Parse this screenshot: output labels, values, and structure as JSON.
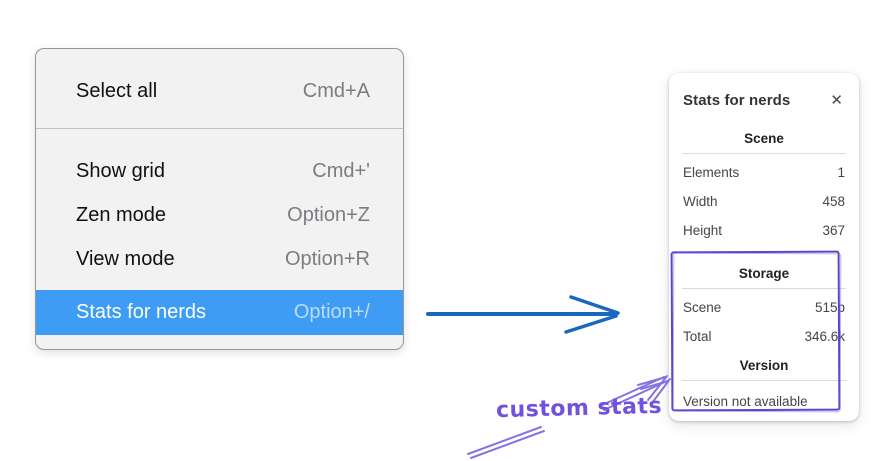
{
  "menu": {
    "items": [
      {
        "label": "Select all",
        "shortcut": "Cmd+A"
      },
      {
        "label": "Show grid",
        "shortcut": "Cmd+'"
      },
      {
        "label": "Zen mode",
        "shortcut": "Option+Z"
      },
      {
        "label": "View mode",
        "shortcut": "Option+R"
      },
      {
        "label": "Stats for nerds",
        "shortcut": "Option+/"
      }
    ],
    "selected_item": "Stats for nerds"
  },
  "stats_panel": {
    "title": "Stats for nerds",
    "close_icon": "✕",
    "sections": [
      {
        "heading": "Scene",
        "rows": [
          {
            "label": "Elements",
            "value": "1"
          },
          {
            "label": "Width",
            "value": "458"
          },
          {
            "label": "Height",
            "value": "367"
          }
        ]
      },
      {
        "heading": "Storage",
        "rows": [
          {
            "label": "Scene",
            "value": "515b"
          },
          {
            "label": "Total",
            "value": "346.6k"
          }
        ]
      },
      {
        "heading": "Version",
        "note": "Version not available"
      }
    ]
  },
  "annotation": {
    "label": "custom stats"
  },
  "colors": {
    "menu_highlight": "#3e9cf4",
    "arrow_blue": "#1a68bd",
    "annotation_purple": "#5a46c8",
    "annotation_light_purple": "#8672e3"
  }
}
